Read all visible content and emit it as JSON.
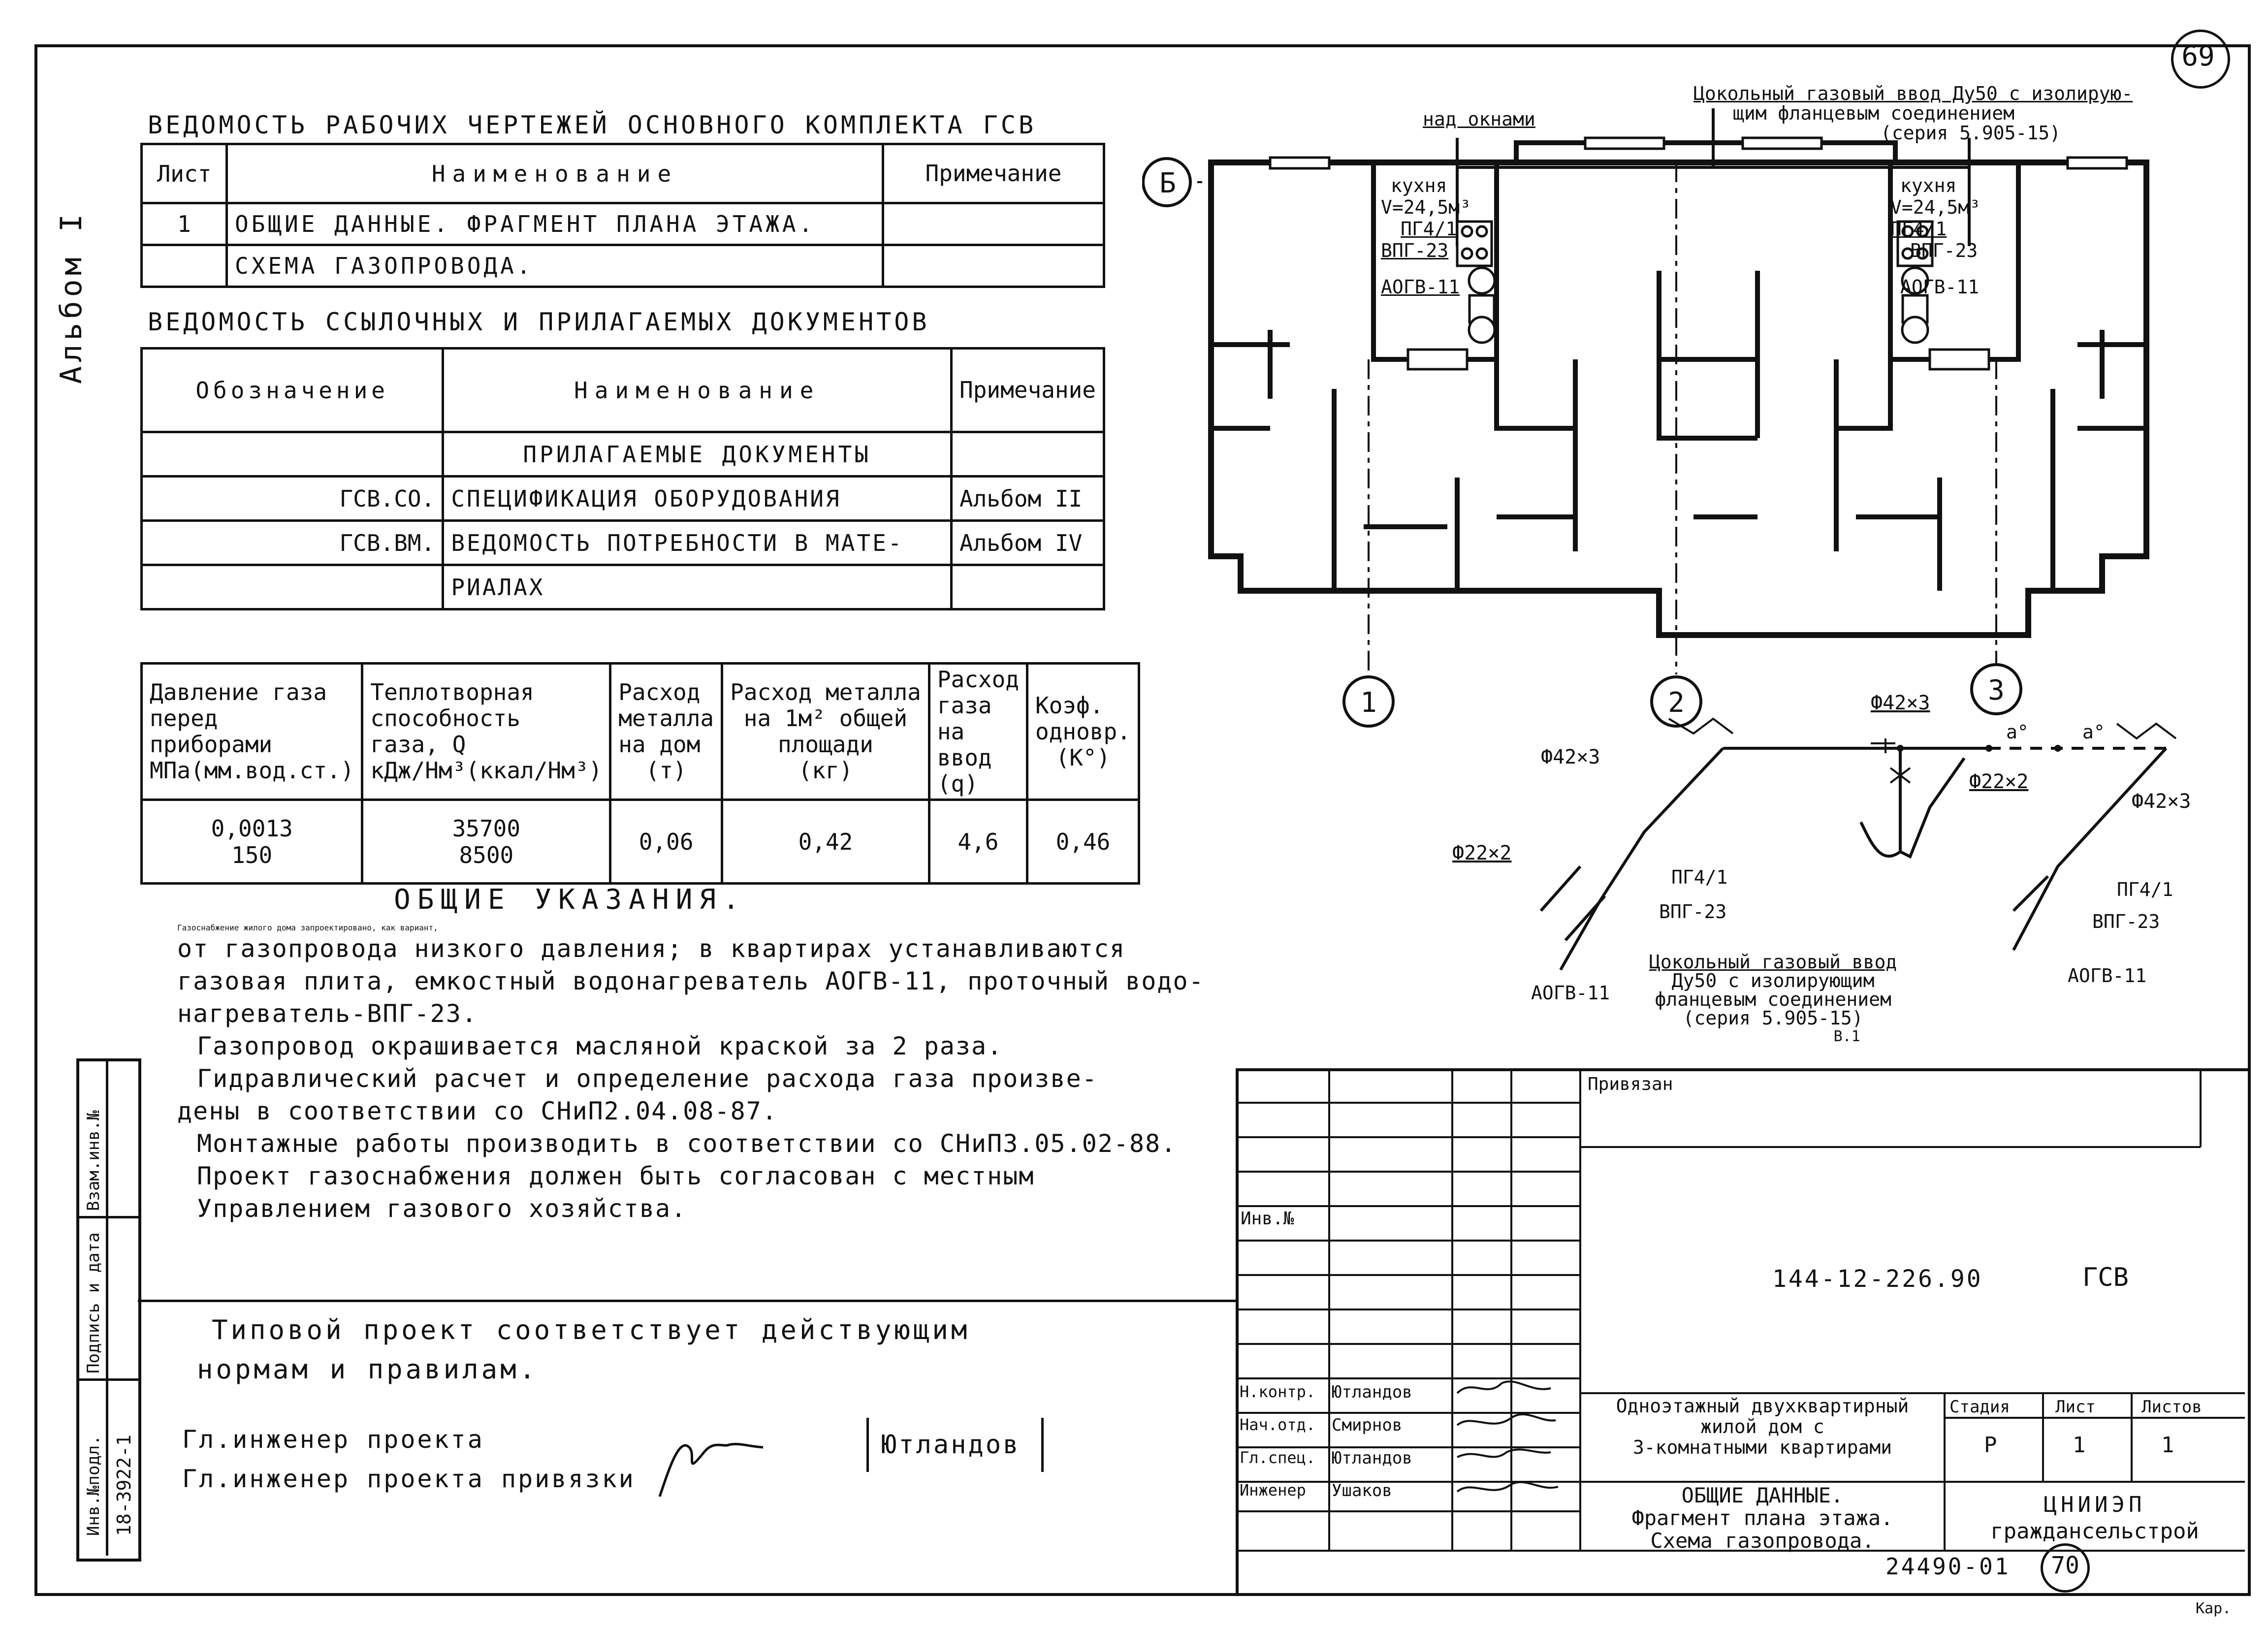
{
  "page_number_top": "69",
  "page_number_bottom": "70",
  "album_label": "Альбом I",
  "side_stamp": {
    "inv_orig": "Инв.№подл.",
    "inv_value": "18-3922-1",
    "sign_date": "Подпись и дата",
    "replace_inv": "Взам.инв.№"
  },
  "drawings_list": {
    "title": "ВЕДОМОСТЬ РАБОЧИХ ЧЕРТЕЖЕЙ ОСНОВНОГО КОМПЛЕКТА ГСВ",
    "headers": [
      "Лист",
      "Наименование",
      "Примечание"
    ],
    "rows": [
      {
        "sheet": "1",
        "name": "ОБЩИЕ ДАННЫЕ. ФРАГМЕНТ ПЛАНА ЭТАЖА.",
        "note": ""
      },
      {
        "sheet": "",
        "name": "СХЕМА ГАЗОПРОВОДА.",
        "note": ""
      }
    ]
  },
  "docs_list": {
    "title": "ВЕДОМОСТЬ ССЫЛОЧНЫХ И ПРИЛАГАЕМЫХ ДОКУМЕНТОВ",
    "headers": [
      "Обозначение",
      "Наименование",
      "Примечание"
    ],
    "section": "ПРИЛАГАЕМЫЕ ДОКУМЕНТЫ",
    "rows": [
      {
        "code": "ГСВ.СО.",
        "name": "СПЕЦИФИКАЦИЯ ОБОРУДОВАНИЯ",
        "note": "Альбом II"
      },
      {
        "code": "ГСВ.ВМ.",
        "name": "ВЕДОМОСТЬ ПОТРЕБНОСТИ В МАТЕ-",
        "note": "Альбом IV"
      },
      {
        "code": "",
        "name": "РИАЛАХ",
        "note": ""
      }
    ]
  },
  "gas_params": {
    "headers": [
      [
        "Давление газа",
        "перед",
        "приборами",
        "МПа(мм.вод.ст.)"
      ],
      [
        "Теплотворная",
        "способность",
        "газа, Q",
        "кДж/Нм³(ккал/Нм³)"
      ],
      [
        "Расход",
        "металла",
        "на дом",
        "(т)"
      ],
      [
        "Расход металла",
        "на 1м² общей",
        "площади",
        "(кг)"
      ],
      [
        "Расход",
        "газа",
        "на",
        "ввод",
        "(q)"
      ],
      [
        "Коэф.",
        "одновр.",
        "",
        "(К°)"
      ]
    ],
    "values": [
      [
        "0,0013",
        "150"
      ],
      [
        "35700",
        "8500"
      ],
      [
        "0,06"
      ],
      [
        "0,42"
      ],
      [
        "4,6"
      ],
      [
        "0,46"
      ]
    ]
  },
  "notes": {
    "title": "ОБЩИЕ УКАЗАНИЯ.",
    "lines": [
      "Газоснабжение жилого дома запроектировано, как вариант,",
      "от газопровода низкого давления; в квартирах устанавливаются",
      "газовая плита, емкостный водонагреватель АОГВ-11, проточный водо-",
      "нагреватель-ВПГ-23.",
      "Газопровод окрашивается масляной краской за 2 раза.",
      "Гидравлический расчет и определение расхода газа произве-",
      "дены в соответствии со СНиП2.04.08-87.",
      "Монтажные работы производить в соответствии со СНиП3.05.02-88.",
      "Проект газоснабжения должен быть согласован с местным",
      "Управлением газового хозяйства."
    ]
  },
  "compliance": {
    "line1": "Типовой проект соответствует действующим",
    "line2": "нормам и правилам.",
    "engineer": "Гл.инженер проекта",
    "engineer_binding": "Гл.инженер проекта привязки",
    "name": "Ютландов"
  },
  "plan": {
    "label_b": "Б",
    "axes": [
      "1",
      "2",
      "3"
    ],
    "above_windows": "над окнами",
    "inlet_note": [
      "Цокольный газовый ввод Ду50 с изолирую-",
      "щим фланцевым соединением",
      "(серия 5.905-15)"
    ],
    "kitchen_left": {
      "title": "кухня",
      "volume": "V=24,5м³",
      "stove": "ПГ4/1",
      "heater1": "ВПГ-23",
      "heater2": "АОГВ-11"
    },
    "kitchen_right": {
      "title": "кухня",
      "volume": "V=24,5м³",
      "stove": "ПГ4/1",
      "heater1": "ВПГ-23",
      "heater2": "АОГВ-11"
    }
  },
  "scheme": {
    "d42_left": "Ф42×3",
    "d42_top": "Ф42×3",
    "d42_right": "Ф42×3",
    "d22_left": "Ф22×2",
    "d22_right": "Ф22×2",
    "mark_a": "а°",
    "stove_left": "ПГ4/1",
    "heater_left": "ВПГ-23",
    "aogv_left": "АОГВ-11",
    "stove_right": "ПГ4/1",
    "heater_right": "ВПГ-23",
    "aogv_right": "АОГВ-11",
    "inlet_caption": [
      "Цокольный газовый ввод",
      "Ду50 с изолирующим",
      "фланцевым соединением",
      "(серия 5.905-15)"
    ],
    "inlet_mark": "В.1"
  },
  "title_block": {
    "bound": "Привязан",
    "inv_no": "Инв.№",
    "doc_code": "144-12-226.90",
    "doc_suffix": "ГСВ",
    "object": [
      "Одноэтажный двухквартирный",
      "жилой дом с",
      "3-комнатными квартирами"
    ],
    "sheet_title": [
      "ОБЩИЕ ДАННЫЕ.",
      "Фрагмент плана этажа.",
      "Схема газопровода."
    ],
    "stage_header": "Стадия",
    "sheet_header": "Лист",
    "sheets_header": "Листов",
    "stage": "Р",
    "sheet": "1",
    "sheets": "1",
    "org": [
      "ЦНИИЭП",
      "граждансельстрой"
    ],
    "signers": [
      {
        "role": "Н.контр.",
        "name": "Ютландов"
      },
      {
        "role": "Нач.отд.",
        "name": "Смирнов"
      },
      {
        "role": "Гл.спец.",
        "name": "Ютландов"
      },
      {
        "role": "Инженер",
        "name": "Ушаков"
      }
    ]
  },
  "bottom_code": "24490-01",
  "corner_note": "Кар."
}
